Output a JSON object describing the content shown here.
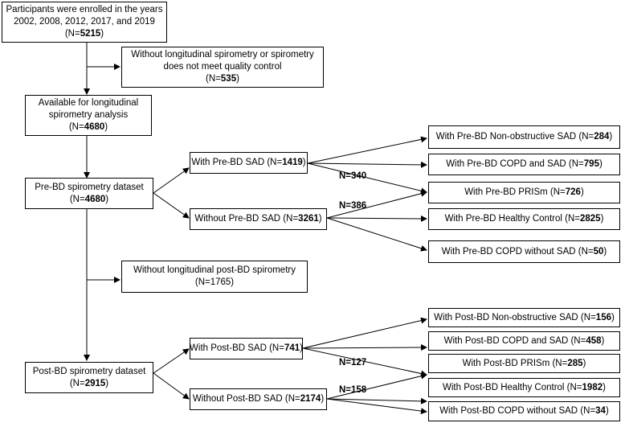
{
  "boxes": {
    "enrolled": {
      "lines": [
        {
          "t": "Participants were enrolled in the years"
        },
        {
          "t": "2002, 2008, 2012, 2017, and 2019"
        },
        {
          "t": "(N=",
          "b": "5215",
          "s": ")"
        }
      ]
    },
    "excluded_qc": {
      "lines": [
        {
          "t": "Without longitudinal spirometry or spirometry"
        },
        {
          "t": "does not meet quality control"
        },
        {
          "t": "(N=",
          "b": "535",
          "s": ")"
        }
      ]
    },
    "available": {
      "lines": [
        {
          "t": "Available for longitudinal"
        },
        {
          "t": "spirometry analysis"
        },
        {
          "t": "(N=",
          "b": "4680",
          "s": ")"
        }
      ]
    },
    "pre_dataset": {
      "lines": [
        {
          "t": "Pre-BD spirometry dataset"
        },
        {
          "t": "(N=",
          "b": "4680",
          "s": ")"
        }
      ]
    },
    "pre_sad": {
      "lines": [
        {
          "t": "With Pre-BD SAD (N=",
          "b": "1419",
          "s": ")"
        }
      ]
    },
    "pre_nosad": {
      "lines": [
        {
          "t": "Without Pre-BD SAD (N=",
          "b": "3261",
          "s": ")"
        }
      ]
    },
    "pre_nonobs": {
      "lines": [
        {
          "t": "With Pre-BD Non-obstructive SAD (N=",
          "b": "284",
          "s": ")"
        }
      ]
    },
    "pre_copd_sad": {
      "lines": [
        {
          "t": "With Pre-BD COPD and SAD (N=",
          "b": "795",
          "s": ")"
        }
      ]
    },
    "pre_prism": {
      "lines": [
        {
          "t": "With Pre-BD PRISm (N=",
          "b": "726",
          "s": ")"
        }
      ]
    },
    "pre_healthy": {
      "lines": [
        {
          "t": "With Pre-BD Healthy Control (N=",
          "b": "2825",
          "s": ")"
        }
      ]
    },
    "pre_copd_nosad": {
      "lines": [
        {
          "t": "With Pre-BD COPD without SAD (N=",
          "b": "50",
          "s": ")"
        }
      ]
    },
    "excluded_post": {
      "lines": [
        {
          "t": "Without longitudinal post-BD spirometry"
        },
        {
          "t": "(N=1765)"
        }
      ]
    },
    "post_dataset": {
      "lines": [
        {
          "t": "Post-BD spirometry dataset"
        },
        {
          "t": "(N=",
          "b": "2915",
          "s": ")"
        }
      ]
    },
    "post_sad": {
      "lines": [
        {
          "t": "With Post-BD SAD (N=",
          "b": "741",
          "s": ")"
        }
      ]
    },
    "post_nosad": {
      "lines": [
        {
          "t": "Without Post-BD SAD (N=",
          "b": "2174",
          "s": ")"
        }
      ]
    },
    "post_nonobs": {
      "lines": [
        {
          "t": "With Post-BD Non-obstructive SAD (N=",
          "b": "156",
          "s": ")"
        }
      ]
    },
    "post_copd_sad": {
      "lines": [
        {
          "t": "With Post-BD COPD and SAD (N=",
          "b": "458",
          "s": ")"
        }
      ]
    },
    "post_prism": {
      "lines": [
        {
          "t": "With Post-BD PRISm (N=",
          "b": "285",
          "s": ")"
        }
      ]
    },
    "post_healthy": {
      "lines": [
        {
          "t": "With Post-BD Healthy Control (N=",
          "b": "1982",
          "s": ")"
        }
      ]
    },
    "post_copd_nosad": {
      "lines": [
        {
          "t": "With Post-BD COPD without SAD (N=",
          "b": "34",
          "s": ")"
        }
      ]
    }
  },
  "flow_labels": {
    "pre_prism_from_sad": "N=340",
    "pre_prism_from_nosad": "N=386",
    "post_prism_from_sad": "N=127",
    "post_prism_from_nosad": "N=158"
  }
}
